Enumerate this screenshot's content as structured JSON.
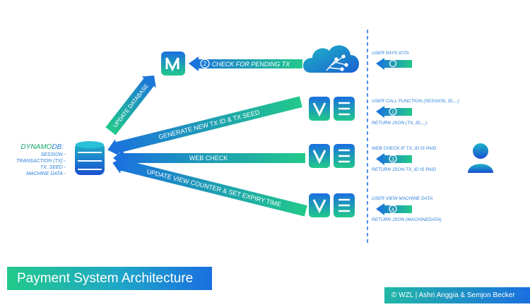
{
  "title": "Payment System Architecture",
  "copyright": "© WZL | Ashri Anggia & Semjon Becker",
  "dynamodb": {
    "title_part1": "DYNAMO",
    "title_part2": "DB:",
    "items": [
      "SESSION -",
      "TRANSACTION (TX) -",
      "TX. SEED -",
      "MACHINE DATA -"
    ]
  },
  "arrows": {
    "update_db": "UPDATE DATABASE",
    "check_pending": "CHECK FOR PENDING TX",
    "check_pending_num": "2",
    "generate": "GENERATE NEW TX ID & TX SEED",
    "web_check": "WEB CHECK",
    "update_view": "UPDATE VIEW COUNTER & SET EXPIRY TIME"
  },
  "user_side": {
    "pays": "USER PAYS IOTA",
    "call_function": "USER CALL FUNCTION (SESSION_ID,...)",
    "num1": "1",
    "return1": "RETURN JSON (TX_ID,...)",
    "web_check_if": "WEB CHECK IF TX_ID IS PAID",
    "num3": "3",
    "return3": "RETURN JSON TX_ID IS PAID",
    "view_machine": "USER VIEW MACHINE DATA",
    "num4": "4",
    "return4": "RETURN JSON (MACHINEDATA)"
  },
  "colors": {
    "green": "#22c98a",
    "blue": "#1a6fe0",
    "teal": "#1fb5b0",
    "label_blue": "#2a7fd8",
    "label_green": "#19a86e"
  }
}
